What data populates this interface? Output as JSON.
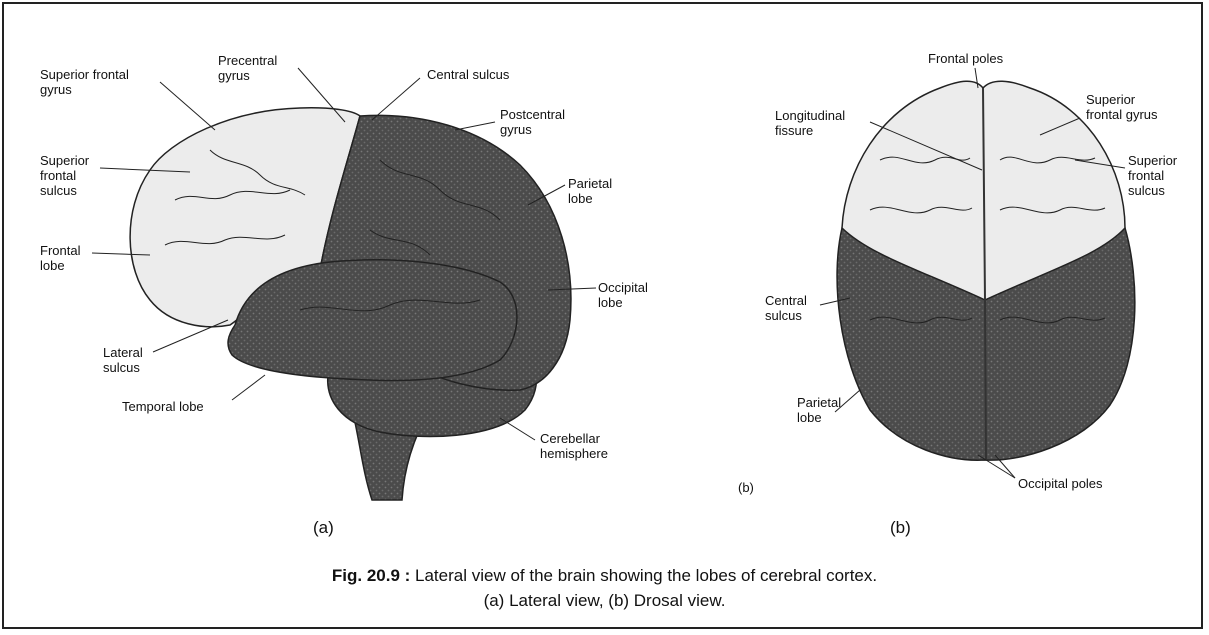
{
  "figure": {
    "panel_a_label": "(a)",
    "panel_b_label": "(b)",
    "panel_b_inset_label": "(b)",
    "lateral": {
      "labels": {
        "superior_frontal_gyrus": [
          "Superior frontal",
          "gyrus"
        ],
        "precentral_gyrus": [
          "Precentral",
          "gyrus"
        ],
        "central_sulcus": [
          "Central sulcus"
        ],
        "postcentral_gyrus": [
          "Postcentral",
          "gyrus"
        ],
        "superior_frontal_sulcus": [
          "Superior",
          "frontal",
          "sulcus"
        ],
        "parietal_lobe": [
          "Parietal",
          "lobe"
        ],
        "frontal_lobe": [
          "Frontal",
          "lobe"
        ],
        "occipital_lobe": [
          "Occipital",
          "lobe"
        ],
        "lateral_sulcus": [
          "Lateral",
          "sulcus"
        ],
        "temporal_lobe": [
          "Temporal lobe"
        ],
        "cerebellar_hemisphere": [
          "Cerebellar",
          "hemisphere"
        ]
      }
    },
    "dorsal": {
      "labels": {
        "frontal_poles": [
          "Frontal poles"
        ],
        "longitudinal_fissure": [
          "Longitudinal",
          "fissure"
        ],
        "superior_frontal_gyrus": [
          "Superior",
          "frontal gyrus"
        ],
        "superior_frontal_sulcus": [
          "Superior",
          "frontal",
          "sulcus"
        ],
        "central_sulcus": [
          "Central",
          "sulcus"
        ],
        "parietal_lobe": [
          "Parietal",
          "lobe"
        ],
        "occipital_poles": [
          "Occipital poles"
        ]
      }
    }
  },
  "caption": {
    "fig_number": "Fig. 20.9 :",
    "line1_text": " Lateral view of the brain showing the lobes of cerebral cortex.",
    "line2_text": "(a) Lateral view, (b) Drosal view."
  },
  "colors": {
    "light_cortex": "#ececec",
    "dark_cortex": "#4a4a4a",
    "outline": "#222222"
  }
}
